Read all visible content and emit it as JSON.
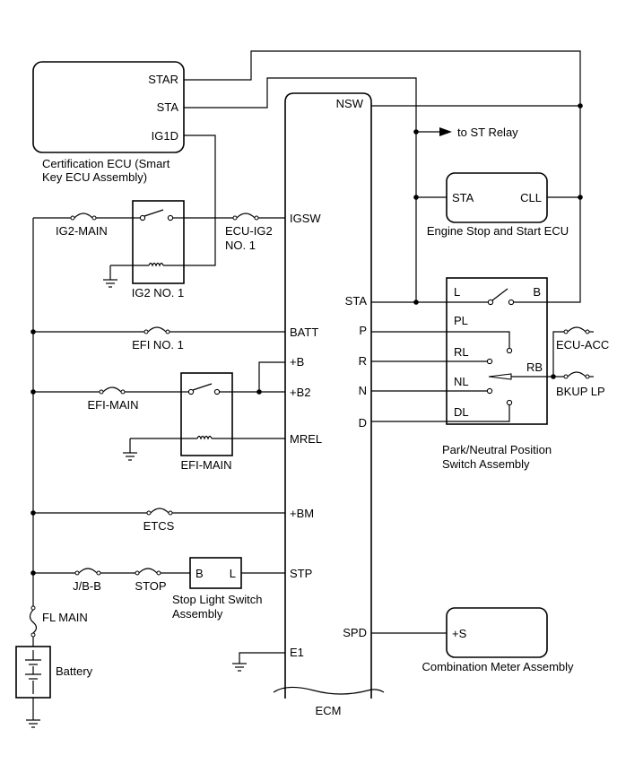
{
  "ecm": {
    "name": "ECM",
    "left_pins": {
      "igsw": "IGSW",
      "batt": "BATT",
      "plus_b": "+B",
      "plus_b2": "+B2",
      "mrel": "MREL",
      "plus_bm": "+BM",
      "stp": "STP",
      "e1": "E1"
    },
    "right_pins": {
      "nsw": "NSW",
      "sta": "STA",
      "p": "P",
      "r": "R",
      "n": "N",
      "d": "D",
      "spd": "SPD"
    }
  },
  "cert_ecu": {
    "name_line1": "Certification ECU (Smart",
    "name_line2": "Key ECU Assembly)",
    "pins": {
      "star": "STAR",
      "sta": "STA",
      "ig1d": "IG1D"
    }
  },
  "relays": {
    "ig2": "IG2 NO. 1",
    "efi": "EFI-MAIN"
  },
  "fuses": {
    "ig2_main": "IG2-MAIN",
    "ecu_ig2_line1": "ECU-IG2",
    "ecu_ig2_line2": "NO. 1",
    "efi_no1": "EFI NO. 1",
    "efi_main": "EFI-MAIN",
    "etcs": "ETCS",
    "jb_b": "J/B-B",
    "stop": "STOP",
    "fl_main": "FL MAIN",
    "ecu_acc": "ECU-ACC",
    "bkup_lp": "BKUP LP"
  },
  "to_st_relay": "to ST Relay",
  "engine_stop_ecu": {
    "name": "Engine Stop and Start ECU",
    "pin_sta": "STA",
    "pin_cll": "CLL"
  },
  "pnp_switch": {
    "name_line1": "Park/Neutral Position",
    "name_line2": "Switch Assembly",
    "pins": {
      "l": "L",
      "b": "B",
      "pl": "PL",
      "rl": "RL",
      "nl": "NL",
      "dl": "DL",
      "rb": "RB"
    }
  },
  "stop_light_switch": {
    "name_line1": "Stop Light Switch",
    "name_line2": "Assembly",
    "pin_b": "B",
    "pin_l": "L"
  },
  "combination_meter": {
    "name": "Combination Meter Assembly",
    "pin_s": "+S"
  },
  "battery": "Battery"
}
